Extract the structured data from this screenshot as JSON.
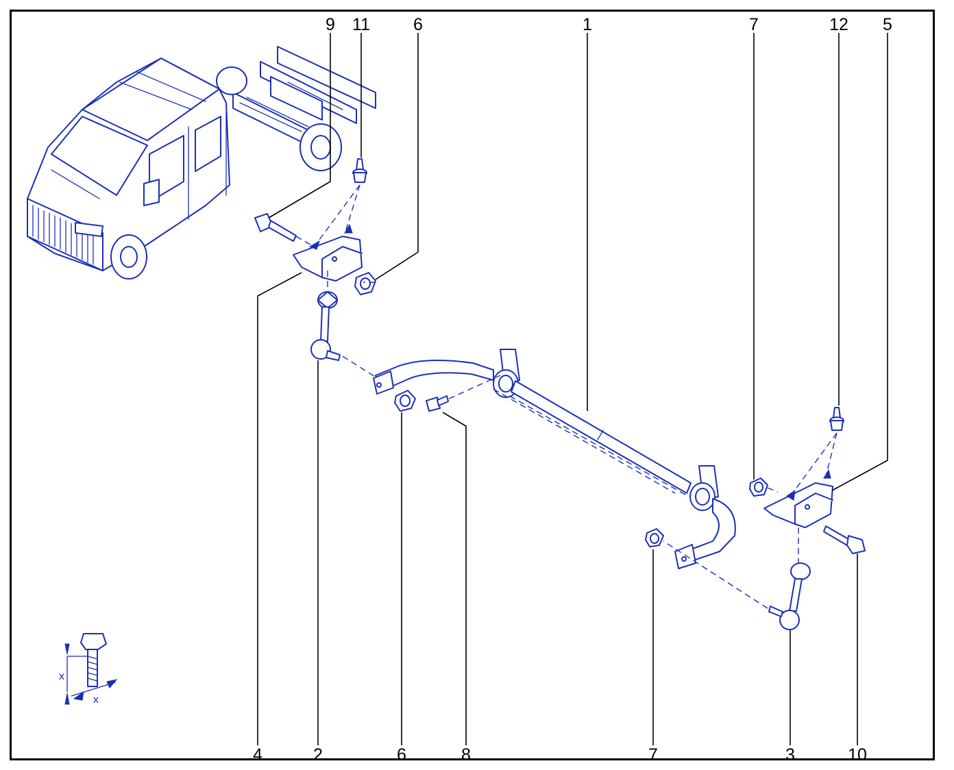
{
  "callouts": {
    "top": [
      "9",
      "11",
      "6",
      "1",
      "7",
      "12",
      "5"
    ],
    "bottom": [
      "4",
      "2",
      "6",
      "8",
      "7",
      "3",
      "10"
    ]
  },
  "tightening_symbol": {
    "label_x1": "x",
    "label_x2": "x"
  },
  "colors": {
    "ink": "#1a2fb8",
    "frame": "#000000",
    "background": "#ffffff"
  }
}
